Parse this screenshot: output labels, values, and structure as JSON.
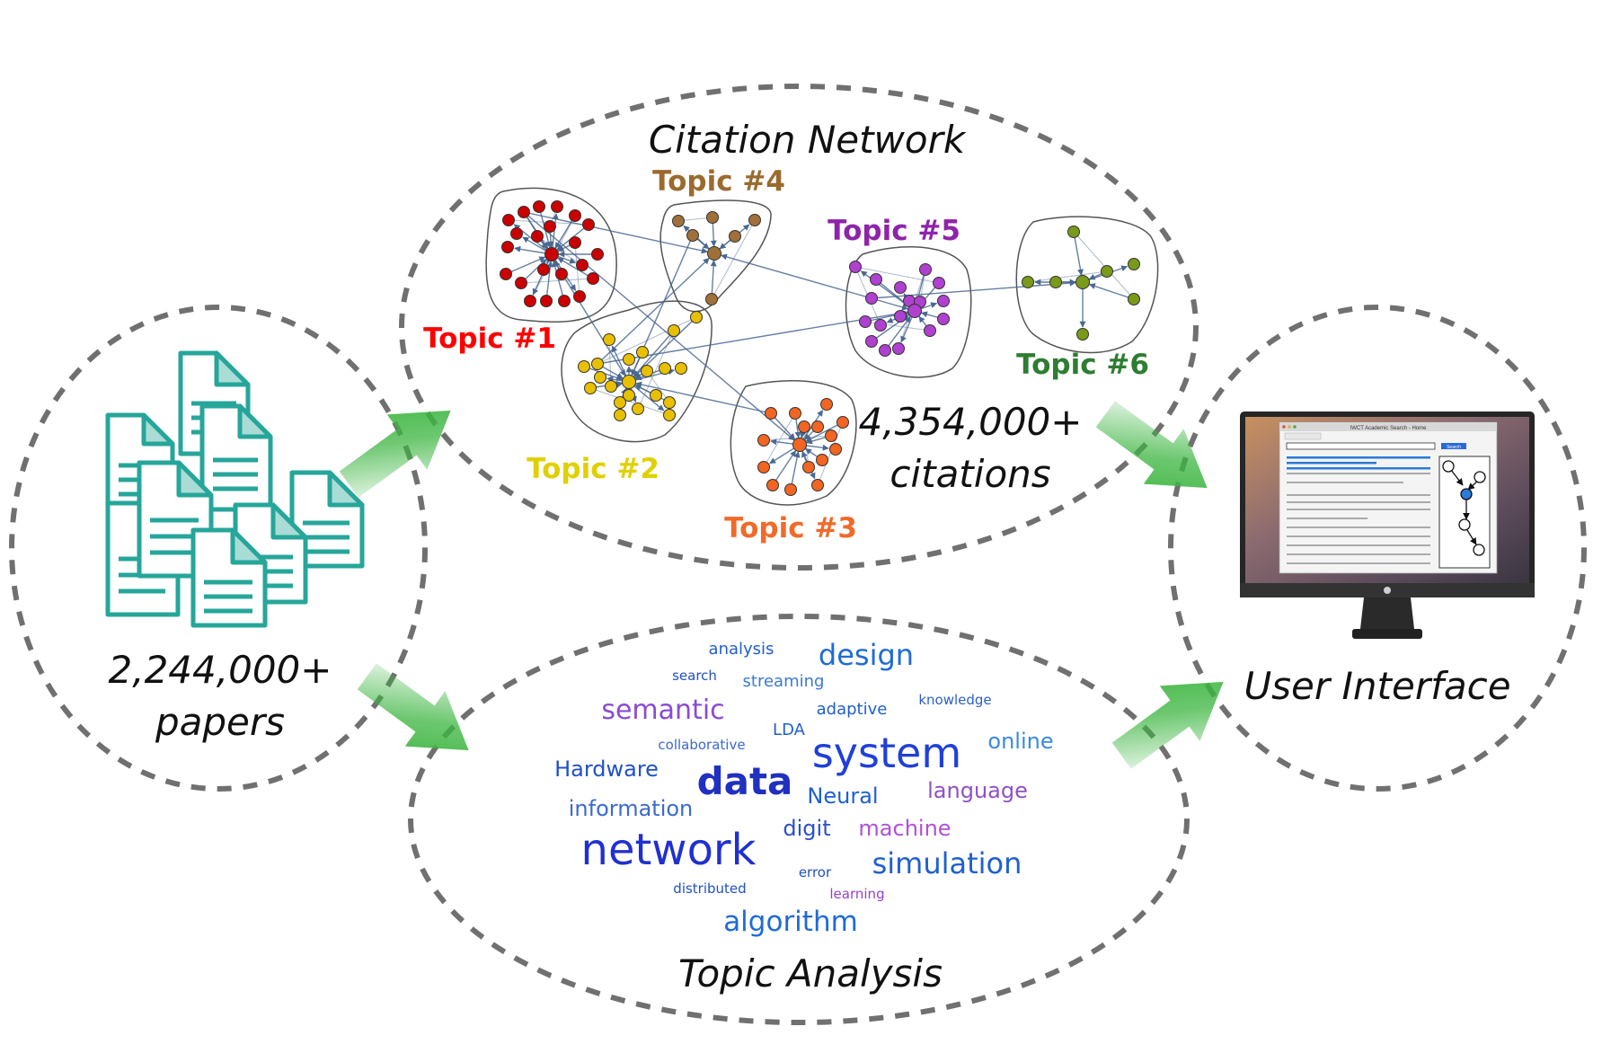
{
  "papers": {
    "count": "2,244,000+",
    "label": "papers",
    "icon": "document-stack-icon",
    "color": "#26a69a"
  },
  "citation_network": {
    "title": "Citation Network",
    "citations_count": "4,354,000+",
    "citations_label": "citations",
    "edge_color": "#4a6890",
    "topics": [
      {
        "label": "Topic #1",
        "color": "#ff0000",
        "node_color": "#cc0000"
      },
      {
        "label": "Topic #2",
        "color": "#e0d000",
        "node_color": "#e8c000"
      },
      {
        "label": "Topic #3",
        "color": "#f06a2a",
        "node_color": "#f26522"
      },
      {
        "label": "Topic #4",
        "color": "#9b6a2f",
        "node_color": "#a0703a"
      },
      {
        "label": "Topic #5",
        "color": "#8e24aa",
        "node_color": "#b040d0"
      },
      {
        "label": "Topic #6",
        "color": "#2e7d32",
        "node_color": "#7a9a1a"
      }
    ]
  },
  "topic_analysis": {
    "title": "Topic Analysis",
    "words": [
      {
        "text": "analysis",
        "color": "#1f5fd0"
      },
      {
        "text": "design",
        "color": "#1f6bd6"
      },
      {
        "text": "search",
        "color": "#2050c0"
      },
      {
        "text": "streaming",
        "color": "#3a7ad6"
      },
      {
        "text": "semantic",
        "color": "#8a4ad6"
      },
      {
        "text": "adaptive",
        "color": "#1f5fd0"
      },
      {
        "text": "knowledge",
        "color": "#2a60c8"
      },
      {
        "text": "LDA",
        "color": "#1f5fd0"
      },
      {
        "text": "collaborative",
        "color": "#3a6ad0"
      },
      {
        "text": "system",
        "color": "#2040d8"
      },
      {
        "text": "online",
        "color": "#3a8ae0"
      },
      {
        "text": "Hardware",
        "color": "#2050c8"
      },
      {
        "text": "data",
        "color": "#2030c0"
      },
      {
        "text": "Neural",
        "color": "#1f5fd0"
      },
      {
        "text": "language",
        "color": "#9050c8"
      },
      {
        "text": "information",
        "color": "#3a6ad0"
      },
      {
        "text": "digit",
        "color": "#2a50c8"
      },
      {
        "text": "machine",
        "color": "#b050d8"
      },
      {
        "text": "network",
        "color": "#2030d0"
      },
      {
        "text": "simulation",
        "color": "#1f60d0"
      },
      {
        "text": "error",
        "color": "#2050c0"
      },
      {
        "text": "distributed",
        "color": "#2050c0"
      },
      {
        "text": "learning",
        "color": "#9a40c8"
      },
      {
        "text": "algorithm",
        "color": "#1f6bd6"
      }
    ]
  },
  "user_interface": {
    "title": "User Interface",
    "icon": "monitor-icon",
    "screen": {
      "window_title": "IWCT Academic Search - Home",
      "search_button": "Search"
    }
  },
  "colors": {
    "dashed_outline": "#707070",
    "arrow_green": "#3cb540"
  }
}
